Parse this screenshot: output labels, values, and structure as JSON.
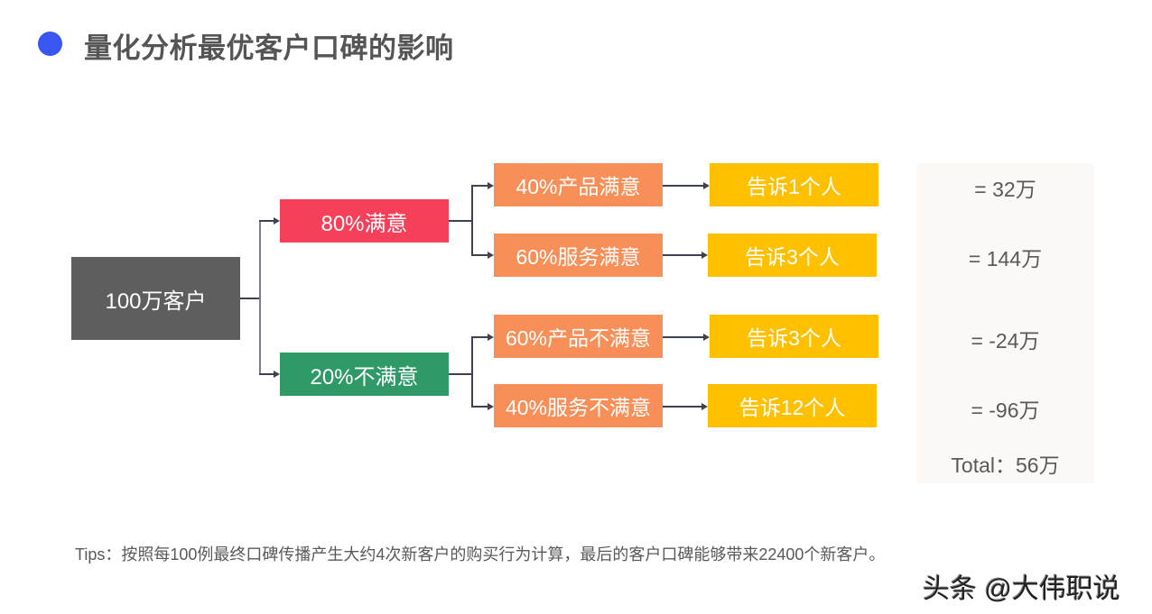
{
  "header": {
    "title": "量化分析最优客户口碑的影响",
    "bullet_color": "#3a56f0"
  },
  "colors": {
    "root": "#5e5e5e",
    "satisfied": "#f6405a",
    "unsatisfied": "#2f9968",
    "category": "#f98f58",
    "tell": "#ffc000",
    "panel": "#fcf8f6",
    "connector": "#3d4252"
  },
  "diagram": {
    "root": {
      "label": "100万客户"
    },
    "branches": [
      {
        "label": "80%满意",
        "children": [
          {
            "label": "40%产品满意",
            "tell": "告诉1个人",
            "result": "= 32万"
          },
          {
            "label": "60%服务满意",
            "tell": "告诉3个人",
            "result": "= 144万"
          }
        ]
      },
      {
        "label": "20%不满意",
        "children": [
          {
            "label": "60%产品不满意",
            "tell": "告诉3个人",
            "result": "= -24万"
          },
          {
            "label": "40%服务不满意",
            "tell": "告诉12个人",
            "result": "= -96万"
          }
        ]
      }
    ],
    "total": "Total：56万"
  },
  "footer": {
    "tips": "Tips：按照每100例最终口碑传播产生大约4次新客户的购买行为计算，最后的客户口碑能够带来22400个新客户。"
  },
  "watermark": {
    "text": "头条 @大伟职说"
  }
}
